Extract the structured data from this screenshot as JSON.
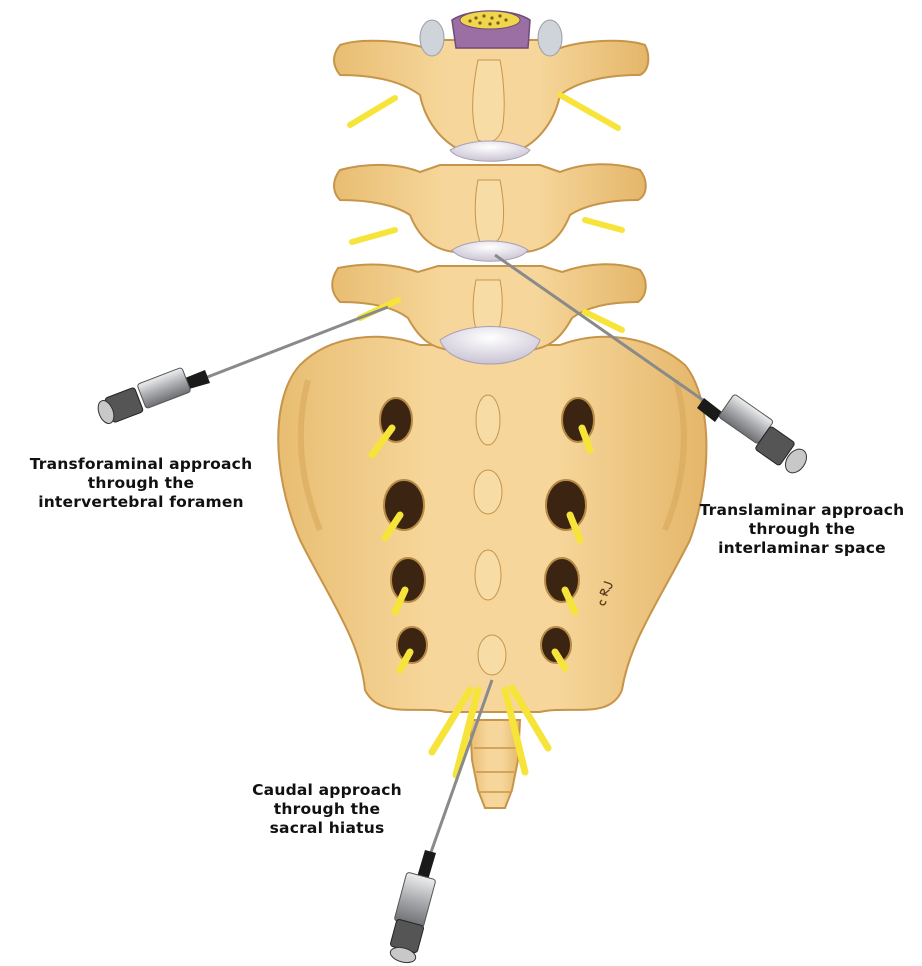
{
  "annotations": {
    "transforaminal": [
      "Transforaminal approach",
      "through the",
      "intervertebral foramen"
    ],
    "translaminar": [
      "Translaminar approach",
      "through the",
      "interlaminar space"
    ],
    "caudal": [
      "Caudal approach",
      "through the",
      "sacral hiatus"
    ]
  },
  "signature": "CRJ",
  "colors": {
    "bone": "#f3cf8a",
    "bone_shadow": "#d7a85c",
    "bone_outline": "#c79549",
    "nerve": "#f6e43a",
    "disc": "#e7e4ec",
    "cord_sheath": "#9b6fa3",
    "cord": "#f0d64a",
    "needle": "#8a8a8a",
    "hub_metal": "#b9bbbf",
    "hub_dark": "#1a1a1a"
  }
}
